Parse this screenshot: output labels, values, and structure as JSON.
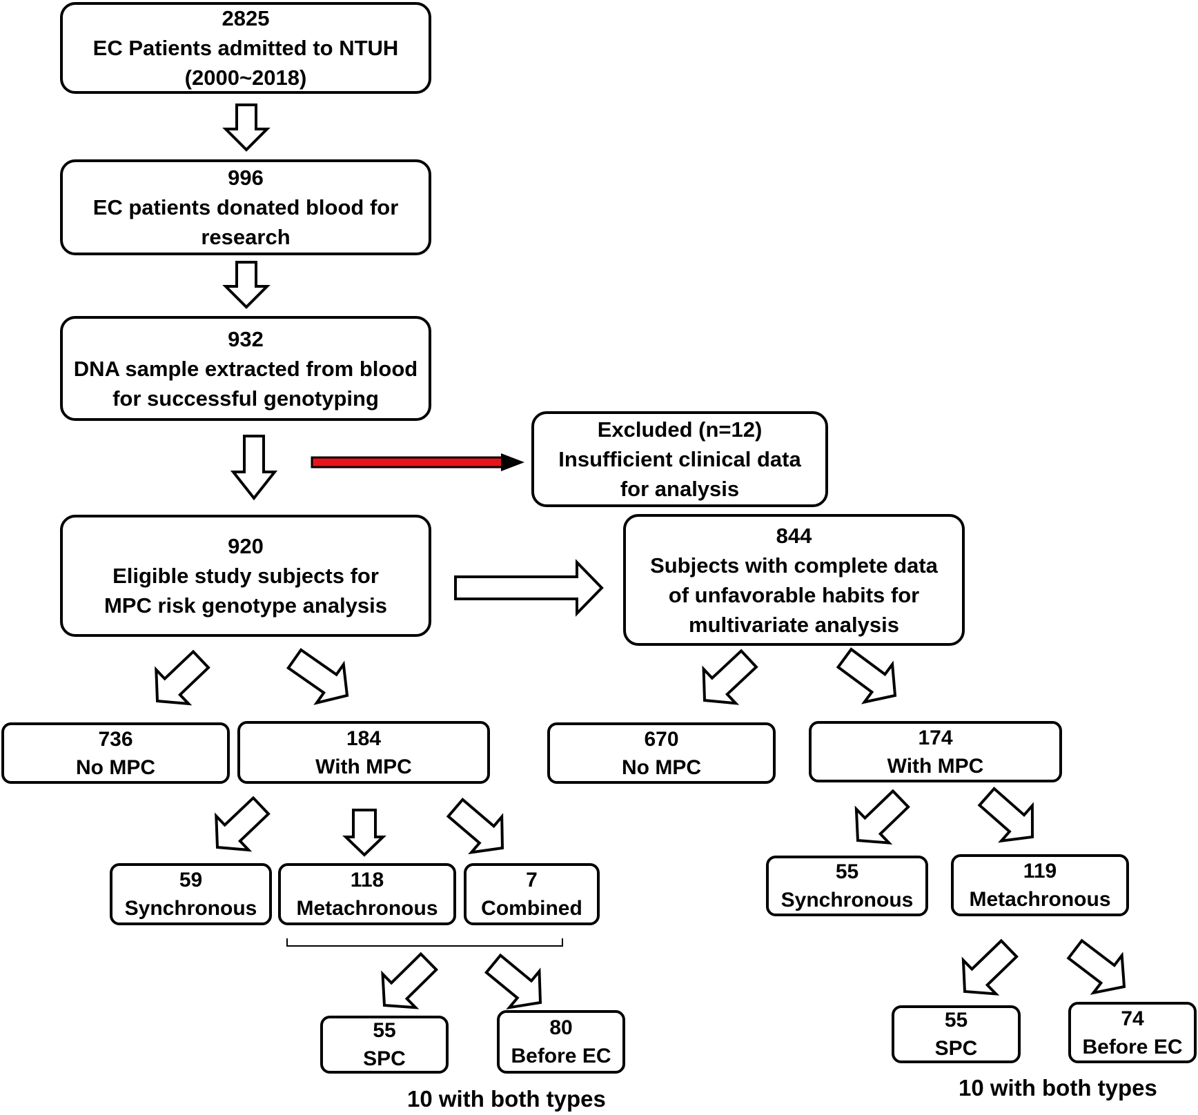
{
  "boxes": {
    "b1": {
      "count": "2825",
      "line1": "EC Patients admitted to NTUH",
      "line2": "(2000~2018)"
    },
    "b2": {
      "count": "996",
      "line1": "EC patients donated blood for",
      "line2": "research"
    },
    "b3": {
      "count": "932",
      "line1": "DNA sample extracted from blood",
      "line2": "for successful genotyping"
    },
    "excluded": {
      "line0": "Excluded (n=12)",
      "line1": "Insufficient clinical data",
      "line2": "for analysis"
    },
    "b920": {
      "count": "920",
      "line1": "Eligible study subjects for",
      "line2": "MPC risk genotype analysis"
    },
    "b844": {
      "count": "844",
      "line1": "Subjects with complete data",
      "line2": "of unfavorable habits for",
      "line3": "multivariate analysis"
    },
    "l_nompc": {
      "count": "736",
      "label": "No MPC"
    },
    "l_withmpc": {
      "count": "184",
      "label": "With MPC"
    },
    "r_nompc": {
      "count": "670",
      "label": "No MPC"
    },
    "r_withmpc": {
      "count": "174",
      "label": "With MPC"
    },
    "l_sync": {
      "count": "59",
      "label": "Synchronous"
    },
    "l_meta": {
      "count": "118",
      "label": "Metachronous"
    },
    "l_comb": {
      "count": "7",
      "label": "Combined"
    },
    "r_sync": {
      "count": "55",
      "label": "Synchronous"
    },
    "r_meta": {
      "count": "119",
      "label": "Metachronous"
    },
    "l_spc": {
      "count": "55",
      "label": "SPC"
    },
    "l_before": {
      "count": "80",
      "label": "Before EC"
    },
    "r_spc": {
      "count": "55",
      "label": "SPC"
    },
    "r_before": {
      "count": "74",
      "label": "Before EC"
    }
  },
  "notes": {
    "left_both": "10 with both types",
    "right_both": "10 with both types"
  },
  "colors": {
    "exclusion_arrow": "#e8141c",
    "line": "#000000"
  }
}
